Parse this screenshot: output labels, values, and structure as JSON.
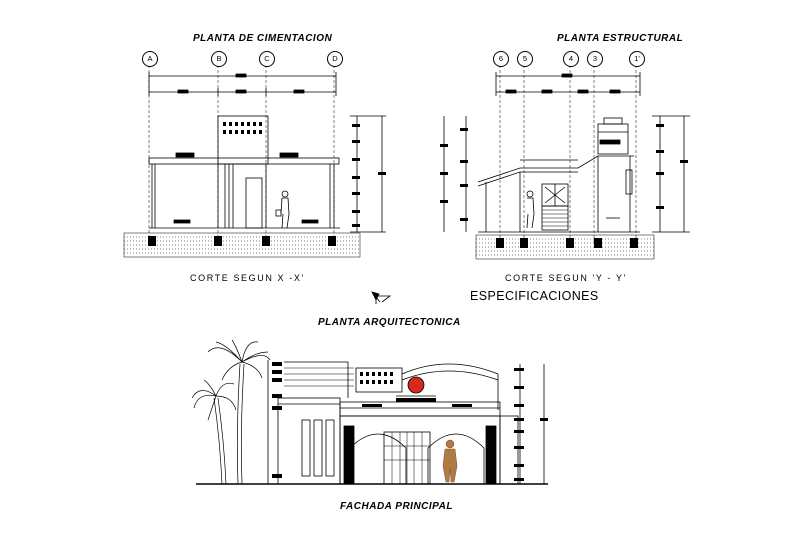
{
  "titles": {
    "cimentacion": "PLANTA DE CIMENTACION",
    "estructural": "PLANTA  ESTRUCTURAL",
    "arquitectonica": "PLANTA ARQUITECTONICA",
    "fachada": "FACHADA  PRINCIPAL",
    "especificaciones": "ESPECIFICACIONES"
  },
  "sections": {
    "corte_x": "CORTE SEGUN  X -X'",
    "corte_y": "CORTE SEGUN  'Y - Y'"
  },
  "axes_left": [
    "A",
    "B",
    "C",
    "D"
  ],
  "axes_right": [
    "6",
    "5",
    "4",
    "3",
    "1'"
  ],
  "colors": {
    "line": "#000000",
    "ground_hatch": "#000000",
    "ornament_red": "#d42a1f",
    "figure_brown": "#b07a45"
  },
  "icons": {
    "north_arrow": "north-arrow-icon",
    "palm_tree": "palm-tree-icon"
  }
}
